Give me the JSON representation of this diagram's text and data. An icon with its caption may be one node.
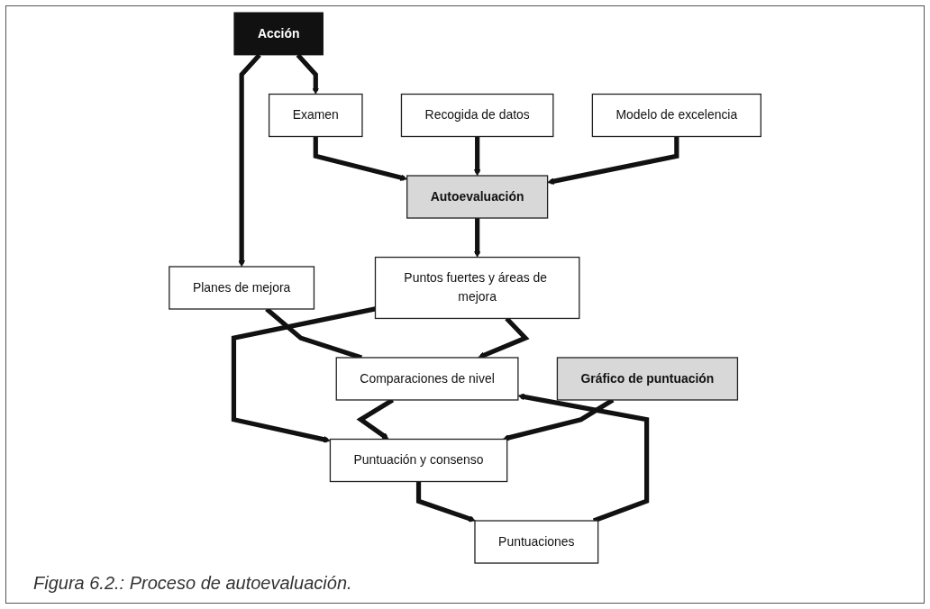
{
  "diagram": {
    "caption": "Figura 6.2.: Proceso de autoevaluación.",
    "nodes": [
      {
        "text": [
          "Acción"
        ]
      },
      {
        "text": [
          "Examen"
        ]
      },
      {
        "text": [
          "Planes de mejora"
        ]
      },
      {
        "text": [
          "Comparaciones de nivel"
        ]
      },
      {
        "text": [
          "Recogida de datos"
        ]
      },
      {
        "text": [
          "Autoevaluación"
        ]
      },
      {
        "text": [
          "Puntos fuertes y áreas de mejora"
        ]
      },
      {
        "text": [
          "Puntuación y consenso"
        ]
      },
      {
        "text": [
          "Puntuaciones"
        ]
      },
      {
        "text": [
          "Modelo de excelencia"
        ]
      },
      {
        "text": [
          "Gráfico de puntuación"
        ]
      }
    ],
    "edges": [
      {
        "from": 0,
        "to": 1,
        "arrow": "to"
      },
      {
        "from": 1,
        "to": 5,
        "arrow": "to"
      },
      {
        "from": 0,
        "to": 2,
        "arrow": "to"
      },
      {
        "from": 2,
        "to": 3,
        "arrow": "none"
      },
      {
        "from": 4,
        "to": 5,
        "arrow": "to"
      },
      {
        "from": 9,
        "to": 5,
        "arrow": "to"
      },
      {
        "from": 5,
        "to": 6,
        "arrow": "to"
      },
      {
        "from": 6,
        "to": 3,
        "arrow": "to"
      },
      {
        "from": 6,
        "to": 7,
        "arrow": "to"
      },
      {
        "from": 3,
        "to": 7,
        "arrow": "to"
      },
      {
        "from": 7,
        "to": 8,
        "arrow": "to"
      },
      {
        "from": 8,
        "to": 3,
        "arrow": "to"
      },
      {
        "from": 10,
        "to": 7,
        "arrow": "to"
      }
    ]
  }
}
